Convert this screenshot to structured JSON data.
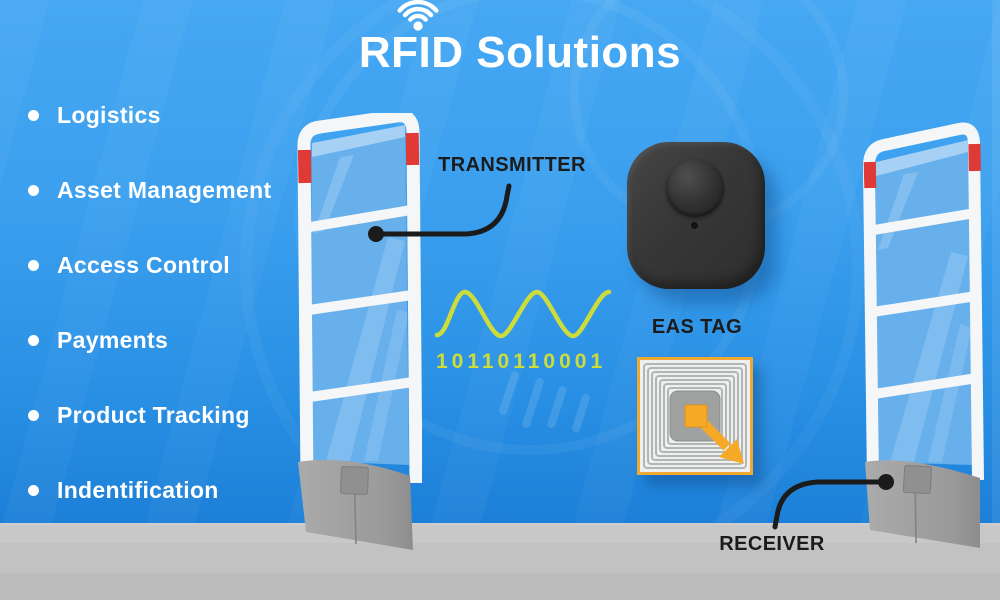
{
  "header": {
    "title": "RFID Solutions",
    "wifi_icon": "wifi-signal"
  },
  "applications": {
    "items": [
      "Logistics",
      "Asset Management",
      "Access Control",
      "Payments",
      "Product Tracking",
      "Indentification"
    ]
  },
  "gates": {
    "transmitter_label": "TRANSMITTER",
    "receiver_label": "RECEIVER"
  },
  "tag": {
    "eas_label": "EAS TAG"
  },
  "signal": {
    "binary": "10110110001",
    "wave_icon": "sine-wave"
  },
  "colors": {
    "background_top": "#46a8f3",
    "background_bottom": "#1d80d8",
    "signal_green": "#cddc39",
    "gate_red": "#e03a36",
    "gate_frame_white": "#f4f6f7",
    "glass_blue": "#67b0ec",
    "floor_gray": "#c6c6c6",
    "base_gray": "#9e9e9e",
    "label_black": "#1b1b1b",
    "sticker_orange": "#f6a827",
    "eas_tag_dark": "#383838"
  }
}
